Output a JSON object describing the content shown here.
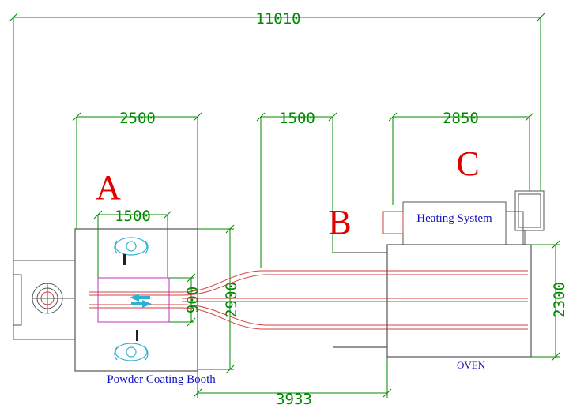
{
  "dimensions": {
    "overall": "11010",
    "booth_width": "2500",
    "conveyor_width": "1500",
    "oven_width": "2850",
    "inner_width": "1500",
    "inner_height": "900",
    "booth_height": "2900",
    "oven_height": "2300",
    "offset": "3933"
  },
  "zones": {
    "a": "A",
    "b": "B",
    "c": "C"
  },
  "labels": {
    "booth": "Powder Coating Booth",
    "heating": "Heating System",
    "oven": "OVEN"
  },
  "colors": {
    "outline": "#555555",
    "dimension": "#008a00",
    "zone_letter": "#e00000",
    "text_label": "#1010c0",
    "conveyor": "#d04040",
    "inner_zone": "#c030c0",
    "operator": "#30b0d0"
  }
}
